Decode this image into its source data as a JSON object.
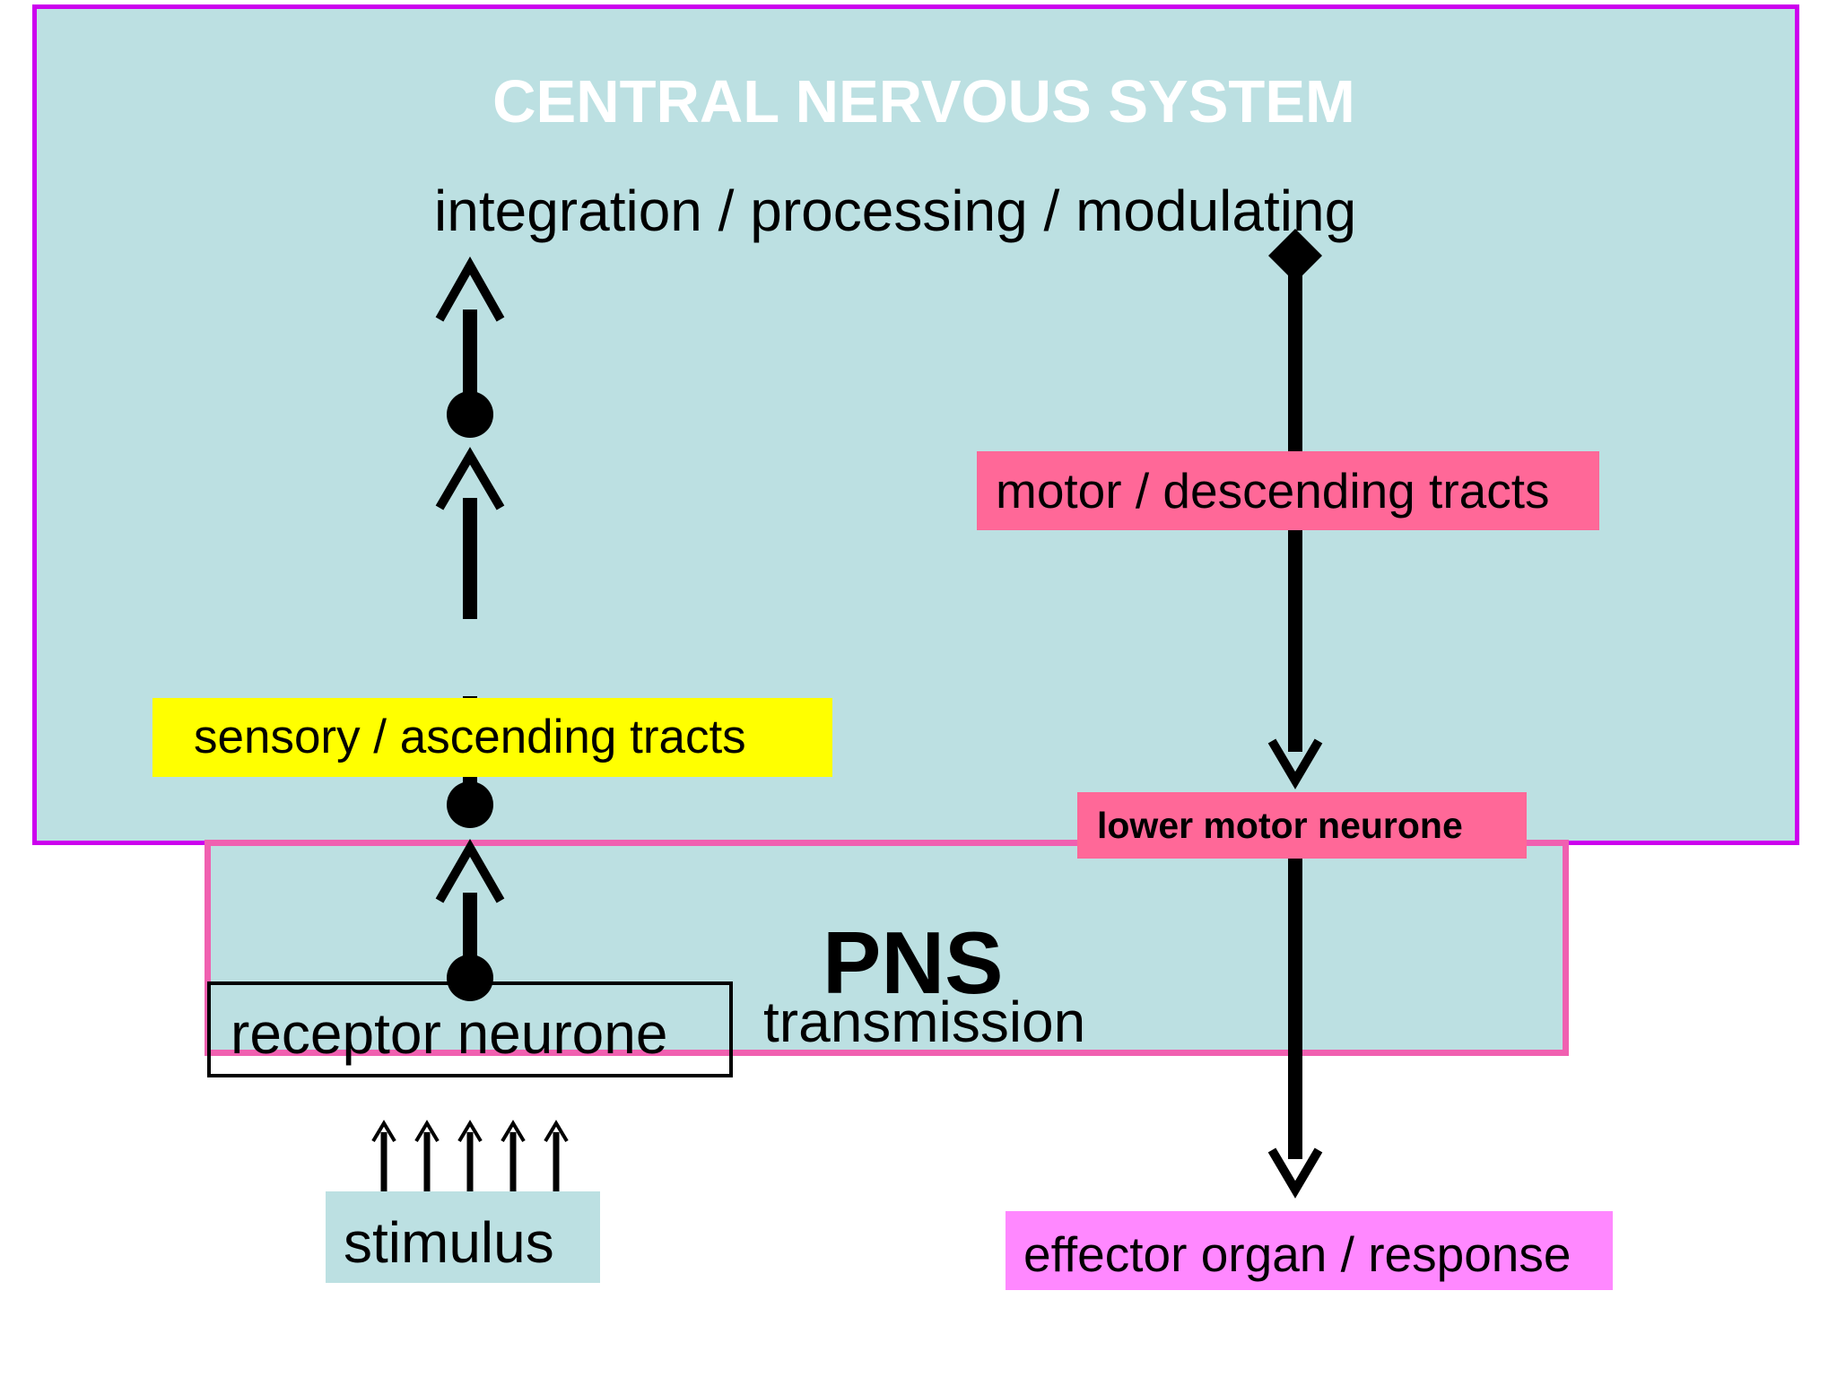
{
  "cns": {
    "title": "CENTRAL NERVOUS SYSTEM",
    "subtitle": "integration / processing / modulating"
  },
  "labels": {
    "sensory": "sensory / ascending tracts",
    "motor": "motor / descending tracts",
    "lower_motor": "lower motor neurone",
    "receptor": "receptor neurone",
    "stimulus": "stimulus",
    "effector": "effector organ / response"
  },
  "pns": {
    "title": "PNS",
    "subtitle": "transmission"
  },
  "colors": {
    "cns_fill": "#bce0e2",
    "cns_border": "#cc00ee",
    "pns_border": "#f060b0",
    "sensory_label": "#ffff00",
    "motor_label": "#ff6898",
    "effector_label": "#ff88ff"
  }
}
